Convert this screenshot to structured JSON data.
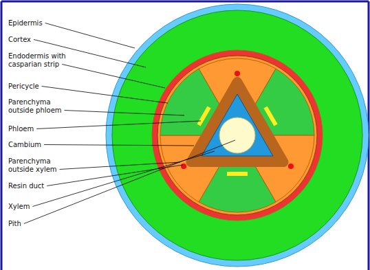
{
  "diagram": {
    "labels": [
      "Epidermis",
      "Cortex",
      "Endodermis with casparian strip",
      "Pericycle",
      "Parenchyma outside phloem",
      "Phloem",
      "Cambium",
      "Parenchyma outside xylem",
      "Resin duct",
      "Xylem",
      "Pith"
    ]
  }
}
